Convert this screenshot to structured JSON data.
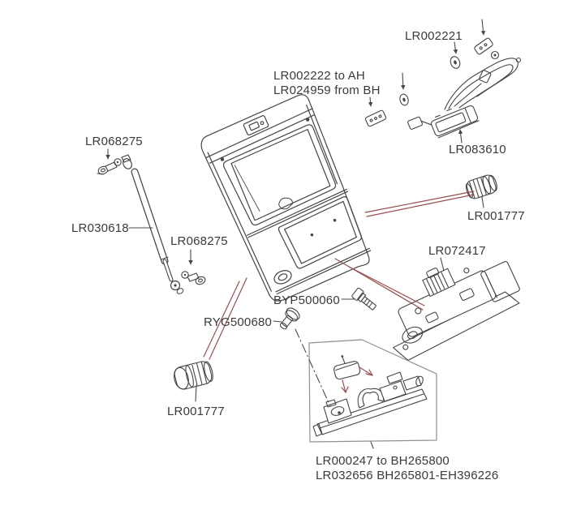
{
  "diagram": {
    "description": "Exploded parts diagram of a vehicle tailgate with leader lines and part numbers",
    "colors": {
      "background": "#ffffff",
      "line": "#454545",
      "leader_line": "#4a4a4a",
      "red_pointer": "#9a4f4f",
      "box_border": "#8f8f8f",
      "text": "#3a3a3a"
    },
    "labels": [
      {
        "id": "lr002221",
        "text": "LR002221"
      },
      {
        "id": "lr002222",
        "text": "LR002222 to AH"
      },
      {
        "id": "lr024959",
        "text": "LR024959 from BH"
      },
      {
        "id": "lr083610",
        "text": "LR083610"
      },
      {
        "id": "lr068275-upper",
        "text": "LR068275"
      },
      {
        "id": "lr030618",
        "text": "LR030618"
      },
      {
        "id": "lr068275-lower",
        "text": "LR068275"
      },
      {
        "id": "lr001777-right",
        "text": "LR001777"
      },
      {
        "id": "lr072417",
        "text": "LR072417"
      },
      {
        "id": "byp500060",
        "text": "BYP500060"
      },
      {
        "id": "ryg500680",
        "text": "RYG500680"
      },
      {
        "id": "lr001777-bottom",
        "text": "LR001777"
      },
      {
        "id": "lr000247",
        "text": "LR000247 to BH265800"
      },
      {
        "id": "lr032656",
        "text": "LR032656 BH265801-EH396226"
      }
    ],
    "parts": [
      {
        "name": "grommet",
        "label": "LR002221"
      },
      {
        "name": "clip-bracket",
        "label": "LR002222 / LR024959"
      },
      {
        "name": "license-lamp-wiring-harness",
        "label": "LR083610"
      },
      {
        "name": "ball-stud",
        "label": "LR068275"
      },
      {
        "name": "gas-strut",
        "label": "LR030618"
      },
      {
        "name": "rubber-bumper",
        "label": "LR001777"
      },
      {
        "name": "tailgate-latch-actuator",
        "label": "LR072417"
      },
      {
        "name": "bolt",
        "label": "BYP500060"
      },
      {
        "name": "push-rivet",
        "label": "RYG500680"
      },
      {
        "name": "striker-handle-assembly",
        "label": "LR000247 / LR032656"
      },
      {
        "name": "tailgate-panel",
        "label": ""
      }
    ]
  }
}
